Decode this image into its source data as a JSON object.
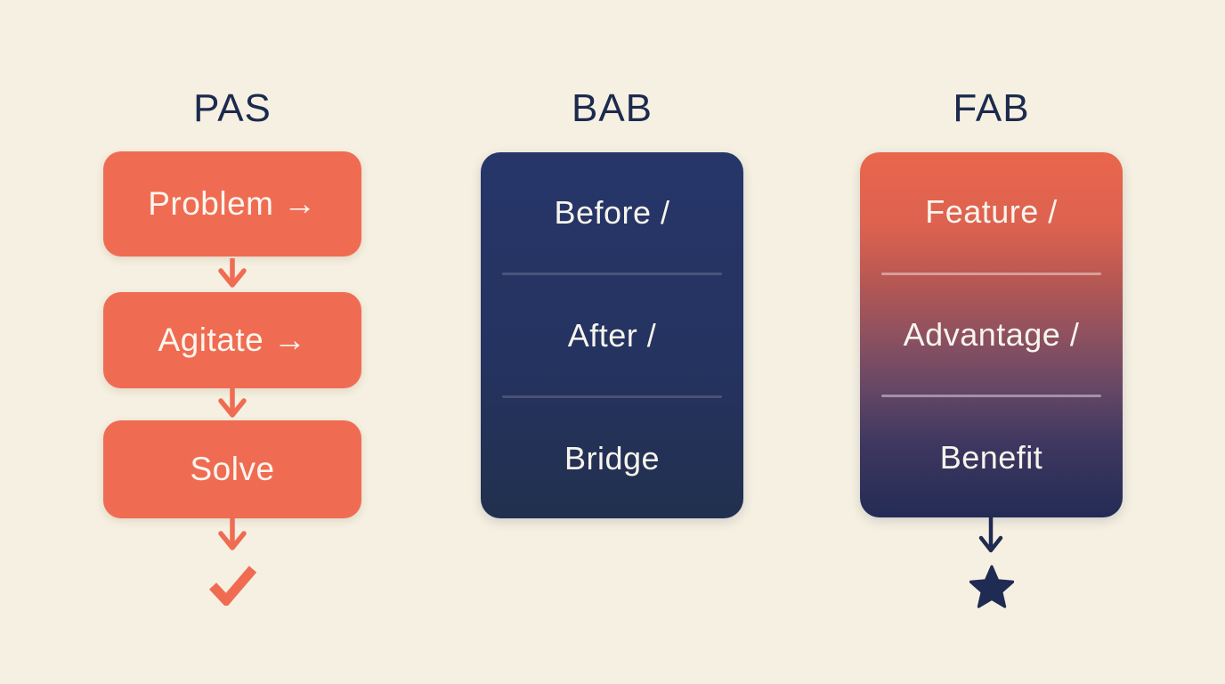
{
  "canvas": {
    "background": "#F5F0E1"
  },
  "colors": {
    "coral": "#EF6C53",
    "navy_card": "#253361",
    "title_text": "#1C2A4E",
    "box_text": "#FBF6EE",
    "fab_gradient_top": "#E9664B",
    "fab_gradient_mid": "#6E4A63",
    "fab_gradient_bottom": "#232C55"
  },
  "columns": {
    "pas": {
      "title": "PAS",
      "steps": [
        {
          "label": "Problem →"
        },
        {
          "label": "Agitate →"
        },
        {
          "label": "Solve"
        }
      ],
      "connector_icon": "down-arrow-icon",
      "result_icon": "check-icon"
    },
    "bab": {
      "title": "BAB",
      "rows": [
        {
          "label": "Before /"
        },
        {
          "label": "After /"
        },
        {
          "label": "Bridge"
        }
      ]
    },
    "fab": {
      "title": "FAB",
      "rows": [
        {
          "label": "Feature /"
        },
        {
          "label": "Advantage /"
        },
        {
          "label": "Benefit"
        }
      ],
      "connector_icon": "down-arrow-icon",
      "result_icon": "star-icon"
    }
  }
}
